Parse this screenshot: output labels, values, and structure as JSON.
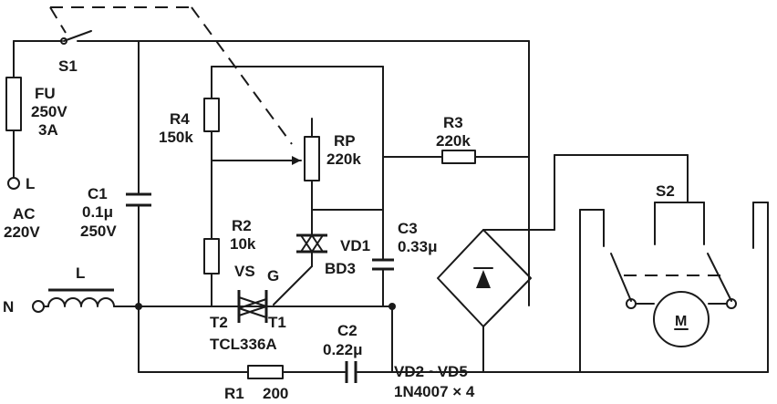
{
  "components": {
    "s1": "S1",
    "fu": {
      "name": "FU",
      "rating": "250V",
      "current": "3A"
    },
    "l_terminal": "L",
    "ac": {
      "label": "AC",
      "voltage": "220V"
    },
    "n_terminal": "N",
    "inductor": "L",
    "c1": {
      "name": "C1",
      "value": "0.1μ",
      "voltage": "250V"
    },
    "r4": {
      "name": "R4",
      "value": "150k"
    },
    "r2": {
      "name": "R2",
      "value": "10k"
    },
    "rp": {
      "name": "RP",
      "value": "220k"
    },
    "r3": {
      "name": "R3",
      "value": "220k"
    },
    "vd1": {
      "name": "VD1",
      "part": "BD3"
    },
    "vs": {
      "name": "VS",
      "gate": "G",
      "t1": "T1",
      "t2": "T2",
      "part": "TCL336A"
    },
    "c3": {
      "name": "C3",
      "value": "0.33μ"
    },
    "c2": {
      "name": "C2",
      "value": "0.22μ"
    },
    "r1": {
      "name": "R1",
      "value": "200"
    },
    "bridge": {
      "name": "VD2 ~VD5",
      "part": "1N4007 × 4"
    },
    "s2": "S2",
    "motor": "M"
  }
}
